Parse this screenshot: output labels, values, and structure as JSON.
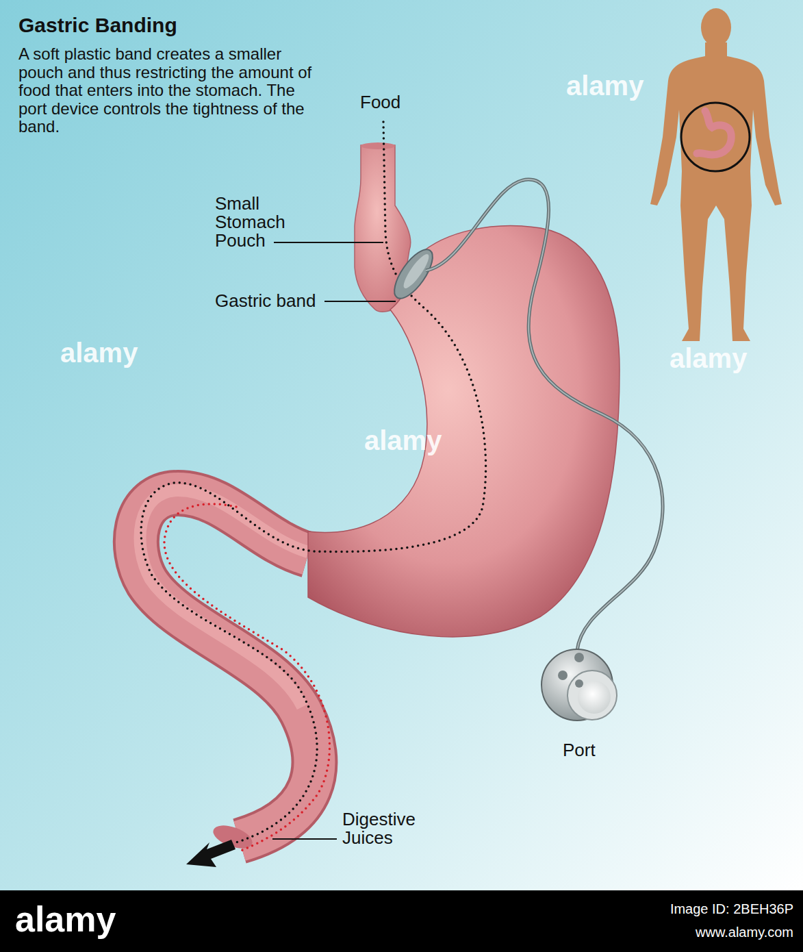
{
  "diagram": {
    "title": "Gastric Banding",
    "labels": [
      "A soft plastic band creates a smaller pouch and thus restricting the amount of food that enters into the stomach. The port device controls the tightness of the band.",
      "Food",
      "Small Stomach Pouch",
      "Gastric band",
      "Port",
      "Digestive Juices",
      "alamy",
      "alamy",
      "alamy",
      "alamy",
      "alamy",
      "Image ID: 2BEH36P",
      "www.alamy.com"
    ]
  }
}
